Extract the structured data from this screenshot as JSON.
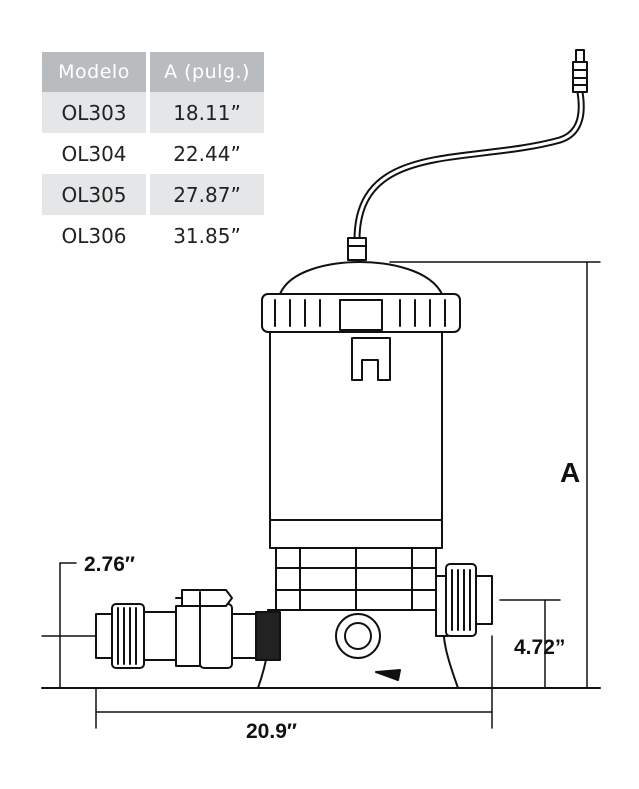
{
  "table": {
    "headers": [
      "Modelo",
      "A  (pulg.)"
    ],
    "rows": [
      {
        "model": "OL303",
        "a": "18.11”"
      },
      {
        "model": "OL304",
        "a": "22.44”"
      },
      {
        "model": "OL305",
        "a": "27.87”"
      },
      {
        "model": "OL306",
        "a": "31.85”"
      }
    ]
  },
  "dimensions": {
    "inlet_height": "2.76″",
    "outlet_height": "4.72”",
    "total_width": "20.9″",
    "unit_height_label": "A"
  }
}
